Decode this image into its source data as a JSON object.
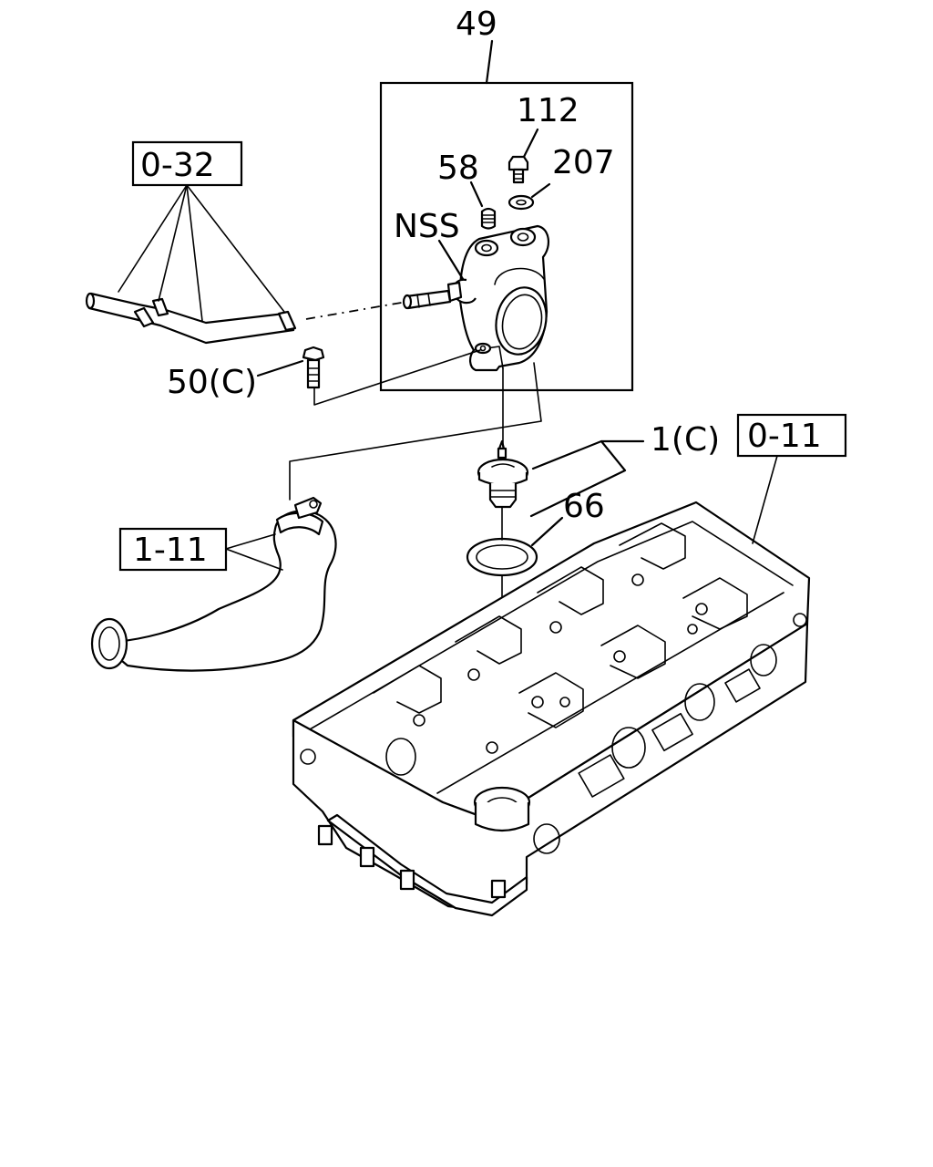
{
  "callouts": {
    "assembly_49": "49",
    "bolt_112": "112",
    "washer_207": "207",
    "plug_58": "58",
    "nss": "NSS",
    "bolt_50c": "50(C)",
    "thermostat_1c": "1(C)",
    "gasket_66": "66"
  },
  "references": {
    "ref_0_32": "0-32",
    "ref_0_11": "0-11",
    "ref_1_11": "1-11"
  }
}
